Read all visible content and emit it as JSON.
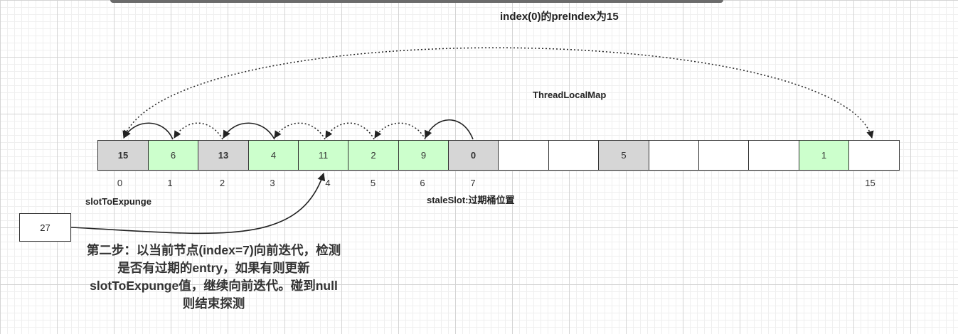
{
  "title": "index(0)的preIndex为15",
  "map_label": "ThreadLocalMap",
  "cells": [
    {
      "value": "15",
      "color": "gray",
      "bold": true
    },
    {
      "value": "6",
      "color": "green",
      "bold": false
    },
    {
      "value": "13",
      "color": "gray",
      "bold": true
    },
    {
      "value": "4",
      "color": "green",
      "bold": false
    },
    {
      "value": "11",
      "color": "green",
      "bold": false
    },
    {
      "value": "2",
      "color": "green",
      "bold": false
    },
    {
      "value": "9",
      "color": "green",
      "bold": false
    },
    {
      "value": "0",
      "color": "gray",
      "bold": true
    },
    {
      "value": "",
      "color": "white",
      "bold": false
    },
    {
      "value": "",
      "color": "white",
      "bold": false
    },
    {
      "value": "5",
      "color": "gray",
      "bold": false
    },
    {
      "value": "",
      "color": "white",
      "bold": false
    },
    {
      "value": "",
      "color": "white",
      "bold": false
    },
    {
      "value": "",
      "color": "white",
      "bold": false
    },
    {
      "value": "1",
      "color": "green",
      "bold": false
    },
    {
      "value": "",
      "color": "white",
      "bold": false
    }
  ],
  "indices": [
    {
      "label": "0",
      "cell": 0
    },
    {
      "label": "1",
      "cell": 1
    },
    {
      "label": "2",
      "cell": 2
    },
    {
      "label": "3",
      "cell": 3
    },
    {
      "label": "4",
      "cell": 4
    },
    {
      "label": "5",
      "cell": 5
    },
    {
      "label": "6",
      "cell": 6
    },
    {
      "label": "7",
      "cell": 7
    },
    {
      "label": "15",
      "cell": 15
    }
  ],
  "slot_label": "slotToExpunge",
  "stale_label": "staleSlot:过期桶位置",
  "box_value": "27",
  "description": "第二步：以当前节点(index=7)向前迭代，检测是否有过期的entry，如果有则更新slotToExpunge值，继续向前迭代。碰到null则结束探测",
  "colors": {
    "gray": "#d6d6d6",
    "green": "#ccffcc",
    "white": "#ffffff",
    "line": "#222222"
  }
}
